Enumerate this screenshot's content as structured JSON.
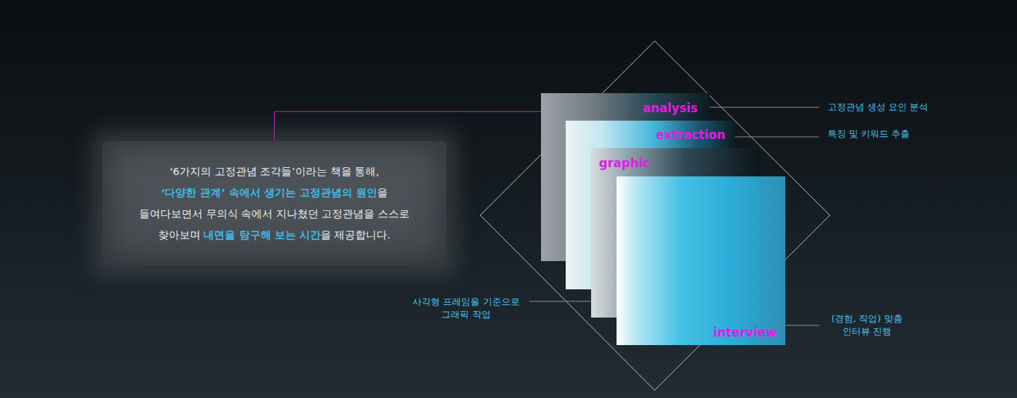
{
  "diagram": {
    "nodes": [
      {
        "text": [
          "‘6가지의 고정관념 조각들’이라는 책을 통해,",
          "‘다양한 관계’ 속에서 생기는 고정관념의 원인",
          "을",
          "들여다보면서 무의식 속에서 지나쳤던 고정관념을 스스로",
          "찾아보며",
          "내면을 탐구해 보는 시간",
          "을 제공합니다."
        ]
      },
      {
        "text": [
          "analysis"
        ]
      },
      {
        "text": [
          "extraction"
        ]
      },
      {
        "text": [
          "graphic"
        ]
      },
      {
        "text": [
          "interview"
        ]
      }
    ],
    "edges": [
      {
        "from": 0,
        "to": 1,
        "arrow": "none"
      }
    ],
    "labels": [
      "고정관념 생성 요인 분석",
      "특징 및 키워드 추출",
      "사각형 프레임을 기준으로 그래픽 작업",
      "(경험, 직업) 맞춤 인터뷰 진행"
    ]
  }
}
